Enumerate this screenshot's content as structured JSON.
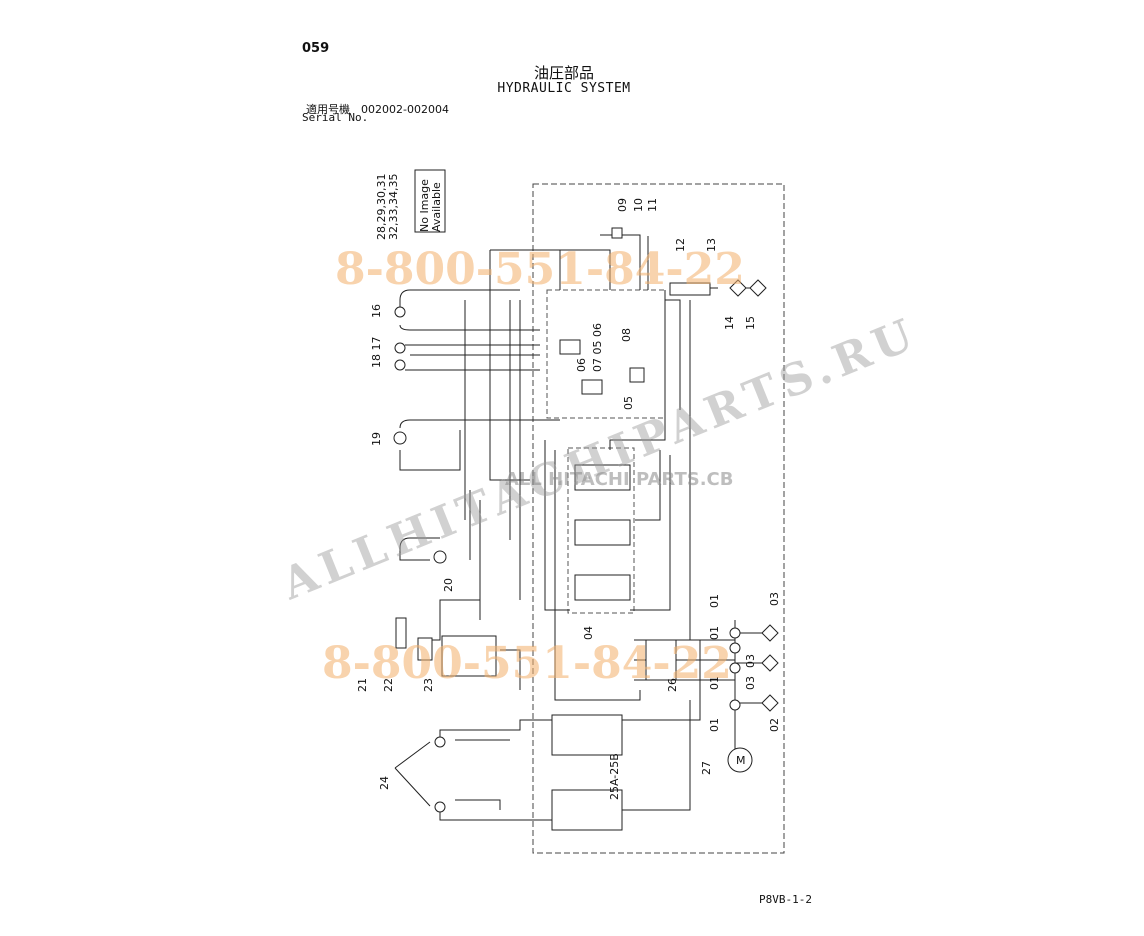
{
  "header": {
    "page_number": "059",
    "title_jp": "油圧部品",
    "title_en": "HYDRAULIC SYSTEM",
    "serial_label_jp": "適用号機　002002-002004",
    "serial_label_en": "Serial No."
  },
  "footer": {
    "doc_code": "P8VB-1-2"
  },
  "image_box": {
    "line1": "No Image",
    "line2": "Available"
  },
  "callouts": {
    "refs_a": "28,29,30,31",
    "refs_b": "32,33,34,35",
    "c09": "09",
    "c10": "10",
    "c11": "11",
    "c12": "12",
    "c13": "13",
    "c14": "14",
    "c15": "15",
    "c16": "16",
    "c17": "18 17",
    "c05a": "07 05 06",
    "c06": "06",
    "c08": "08",
    "c05b": "05",
    "c19": "19",
    "c20": "20",
    "c21": "21",
    "c22": "22",
    "c23": "23",
    "c24": "24",
    "c25": "25A-25B",
    "c26": "26",
    "c27": "27",
    "c04": "04",
    "c01a": "01",
    "c01b": "01",
    "c01c": "01",
    "c01d": "01",
    "c03a": "03",
    "c03b": "03",
    "c03c": "03",
    "c02": "02",
    "motor": "M"
  },
  "watermarks": {
    "phone": "8-800-551-84-22",
    "site": "ALLHITACHIPARTS.RU",
    "logo": "ALL HITACHI PARTS.CB"
  }
}
